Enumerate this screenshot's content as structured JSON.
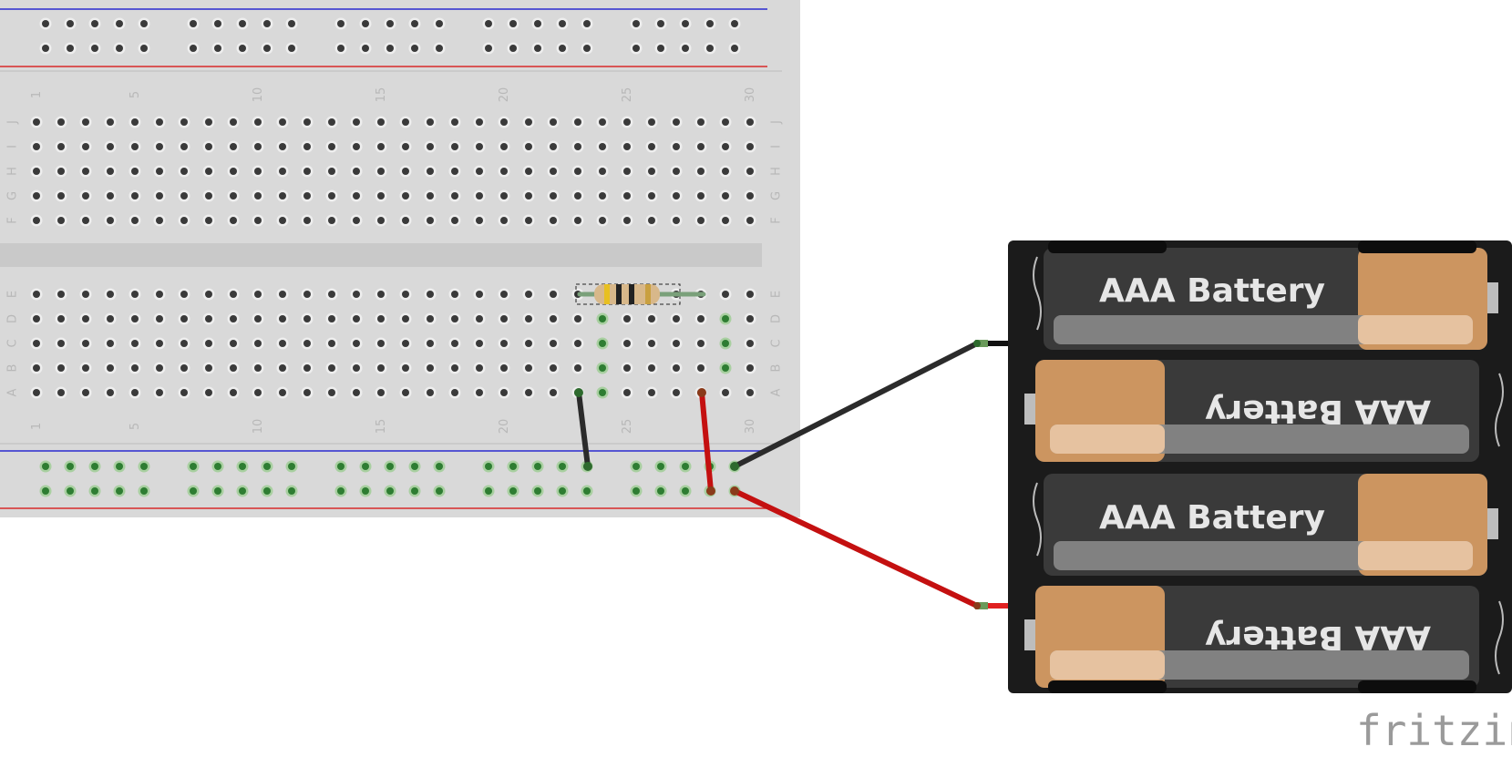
{
  "colors": {
    "board": "#d9d9d9",
    "board_edge": "#c9c9c9",
    "hole": "#3a3a3a",
    "hole_lit": "#2e7d32",
    "rail_blue": "#1f1fbf",
    "rail_red": "#d21f1f",
    "wire_black": "#2b2b2b",
    "wire_red": "#c41010",
    "battery_body": "#3a3a3a",
    "battery_cap": "#cc9560",
    "holder": "#1b1b1b"
  },
  "breadboard": {
    "column_numbers": [
      "1",
      "5",
      "10",
      "15",
      "20",
      "25",
      "30"
    ],
    "top_rows": [
      "J",
      "I",
      "H",
      "G",
      "F"
    ],
    "bottom_rows": [
      "E",
      "D",
      "C",
      "B",
      "A"
    ]
  },
  "resistor": {
    "name": "resistor"
  },
  "battery_pack": {
    "cells": [
      {
        "label": "AAA Battery",
        "flipped": false
      },
      {
        "label": "AAA Battery",
        "flipped": true
      },
      {
        "label": "AAA Battery",
        "flipped": false
      },
      {
        "label": "AAA Battery",
        "flipped": true
      }
    ]
  },
  "logo": "fritzing"
}
